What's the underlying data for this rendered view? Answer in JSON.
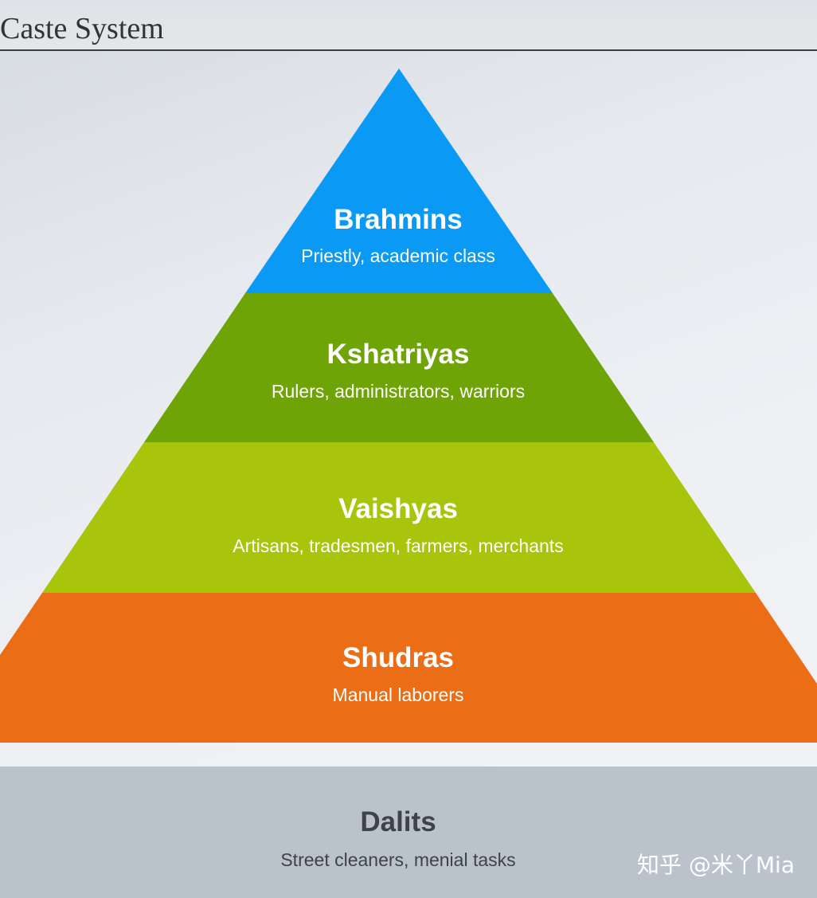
{
  "header": {
    "title": "Caste System"
  },
  "pyramid": {
    "tiers": [
      {
        "name": "Brahmins",
        "description": "Priestly, academic class",
        "color": "#0a9af5"
      },
      {
        "name": "Kshatriyas",
        "description": "Rulers, administrators, warriors",
        "color": "#6fa406"
      },
      {
        "name": "Vaishyas",
        "description": "Artisans, tradesmen, farmers, merchants",
        "color": "#a8c40b"
      },
      {
        "name": "Shudras",
        "description": "Manual laborers",
        "color": "#eb6e16"
      }
    ]
  },
  "base": {
    "name": "Dalits",
    "description": "Street cleaners, menial tasks",
    "color": "#bac3cc"
  },
  "watermark": {
    "text": "知乎 @米丫Mia"
  }
}
